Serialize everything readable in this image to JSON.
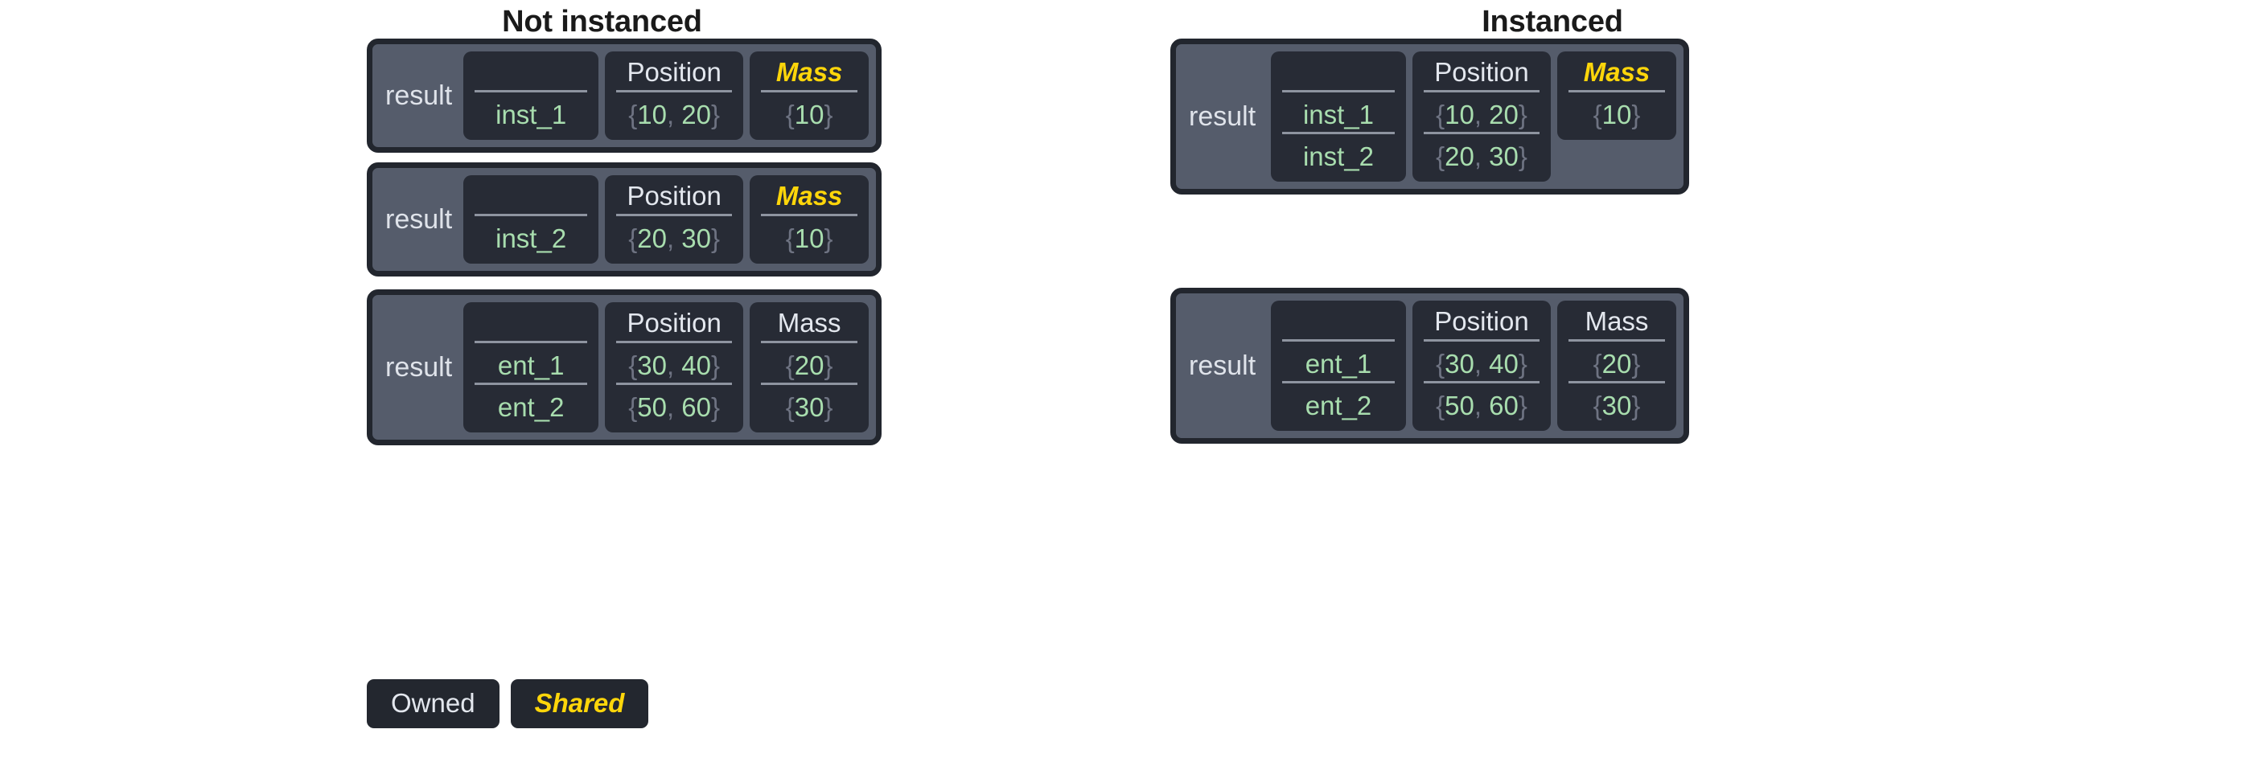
{
  "columns": [
    {
      "title": "Not instanced",
      "tables": [
        {
          "label": "result",
          "columns": [
            {
              "header": "",
              "style": "owned",
              "cells": [
                "inst_1"
              ]
            },
            {
              "header": "Position",
              "style": "owned",
              "cells": [
                "{10, 20}"
              ]
            },
            {
              "header": "Mass",
              "style": "shared",
              "cells": [
                "{10}"
              ]
            }
          ]
        },
        {
          "label": "result",
          "columns": [
            {
              "header": "",
              "style": "owned",
              "cells": [
                "inst_2"
              ]
            },
            {
              "header": "Position",
              "style": "owned",
              "cells": [
                "{20, 30}"
              ]
            },
            {
              "header": "Mass",
              "style": "shared",
              "cells": [
                "{10}"
              ]
            }
          ]
        },
        {
          "label": "result",
          "columns": [
            {
              "header": "",
              "style": "owned",
              "cells": [
                "ent_1",
                "ent_2"
              ]
            },
            {
              "header": "Position",
              "style": "owned",
              "cells": [
                "{30, 40}",
                "{50, 60}"
              ]
            },
            {
              "header": "Mass",
              "style": "owned",
              "cells": [
                "{20}",
                "{30}"
              ]
            }
          ]
        }
      ]
    },
    {
      "title": "Instanced",
      "tables": [
        {
          "label": "result",
          "columns": [
            {
              "header": "",
              "style": "owned",
              "cells": [
                "inst_1",
                "inst_2"
              ]
            },
            {
              "header": "Position",
              "style": "owned",
              "cells": [
                "{10, 20}",
                "{20, 30}"
              ]
            },
            {
              "header": "Mass",
              "style": "shared",
              "cells": [
                "{10}"
              ]
            }
          ]
        },
        {
          "label": "result",
          "columns": [
            {
              "header": "",
              "style": "owned",
              "cells": [
                "ent_1",
                "ent_2"
              ]
            },
            {
              "header": "Position",
              "style": "owned",
              "cells": [
                "{30, 40}",
                "{50, 60}"
              ]
            },
            {
              "header": "Mass",
              "style": "owned",
              "cells": [
                "{20}",
                "{30}"
              ]
            }
          ]
        }
      ]
    }
  ],
  "legend": [
    {
      "label": "Owned",
      "style": "owned"
    },
    {
      "label": "Shared",
      "style": "shared"
    }
  ],
  "colors": {
    "page_background": "#ffffff",
    "card_background": "#555c6b",
    "card_border": "#22262e",
    "component_background": "#272b35",
    "owned_text": "#e3e7ee",
    "shared_text": "#ffd60a",
    "value_text": "#a8ddae",
    "brace_text": "#6e7382",
    "separator": "#8e94a0",
    "title_text": "#1a1a1a"
  }
}
